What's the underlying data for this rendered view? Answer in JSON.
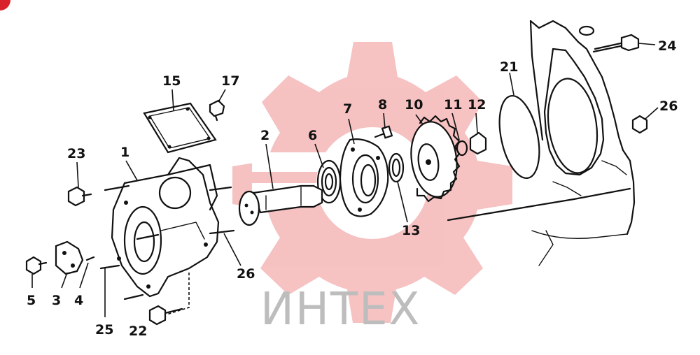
{
  "watermark": {
    "text": "ИНТЕХ",
    "gear_color": "#f4b7b7",
    "text_color": "#bdbdbd"
  },
  "corner_badge_color": "#d9232a",
  "callouts": [
    {
      "id": "1",
      "label": "1"
    },
    {
      "id": "2",
      "label": "2"
    },
    {
      "id": "3",
      "label": "3"
    },
    {
      "id": "4",
      "label": "4"
    },
    {
      "id": "5",
      "label": "5"
    },
    {
      "id": "6",
      "label": "6"
    },
    {
      "id": "7",
      "label": "7"
    },
    {
      "id": "8",
      "label": "8"
    },
    {
      "id": "10",
      "label": "10"
    },
    {
      "id": "11",
      "label": "11"
    },
    {
      "id": "12",
      "label": "12"
    },
    {
      "id": "13",
      "label": "13"
    },
    {
      "id": "15",
      "label": "15"
    },
    {
      "id": "17",
      "label": "17"
    },
    {
      "id": "21",
      "label": "21"
    },
    {
      "id": "22",
      "label": "22"
    },
    {
      "id": "23",
      "label": "23"
    },
    {
      "id": "24",
      "label": "24"
    },
    {
      "id": "25",
      "label": "25"
    },
    {
      "id": "26a",
      "label": "26"
    },
    {
      "id": "26b",
      "label": "26"
    }
  ]
}
